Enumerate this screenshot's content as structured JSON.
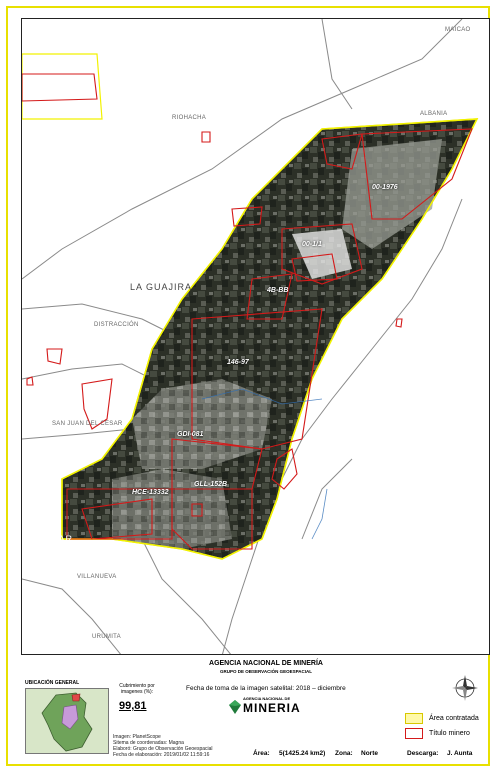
{
  "map": {
    "place_labels": {
      "maicao": "MAICAO",
      "riohacha": "RIOHACHA",
      "albania": "ALBANIA",
      "la_guajira": "LA GUAJIRA",
      "distraccion": "DISTRACCIÓN",
      "san_juan": "SAN JUAN DEL CESAR",
      "cesar": "CESAR",
      "villanueva": "VILLANUEVA",
      "urumita": "URUMITA"
    },
    "title_labels": {
      "t1": "00-1976",
      "t2": "00-1/1",
      "t3": "4B-BB",
      "t4": "146-97",
      "t5": "GDI-081",
      "t6": "GLL-152B",
      "t7": "HCE-13332"
    }
  },
  "footer": {
    "ubicacion_title": "UBICACIÓN GENERAL",
    "coverage_label": "Cubrimiento por imagenes (%):",
    "coverage_value": "99,81",
    "meta_line1": "Imagen: PlanetScope",
    "meta_line2": "Sitema de coordenadas: Magna",
    "meta_line3": "Elaboró: Grupo de Observación Geoespacial",
    "meta_line4": "Fecha de elaboración: 2019/01/02 11:59:16",
    "agency": "AGENCIA NACIONAL DE MINERÍA",
    "group": "GRUPO DE OBSERVACIÓN GEOESPACIAL",
    "capture_date": "Fecha de toma de la imagen satelital: 2018 – diciembre",
    "logo_small": "AGENCIA NACIONAL DE",
    "logo_big": "MINERIA",
    "area_label": "Área:",
    "area_value": "5(1425.24 km2)",
    "zona_label": "Zona:",
    "zona_value": "Norte",
    "descarga_label": "Descarga:",
    "descarga_value": "J. Aunta",
    "legend_contracted": "Área contratada",
    "legend_title": "Título minero",
    "legend_contracted_color": "#fff9a8",
    "legend_title_color": "#d41a1a"
  }
}
